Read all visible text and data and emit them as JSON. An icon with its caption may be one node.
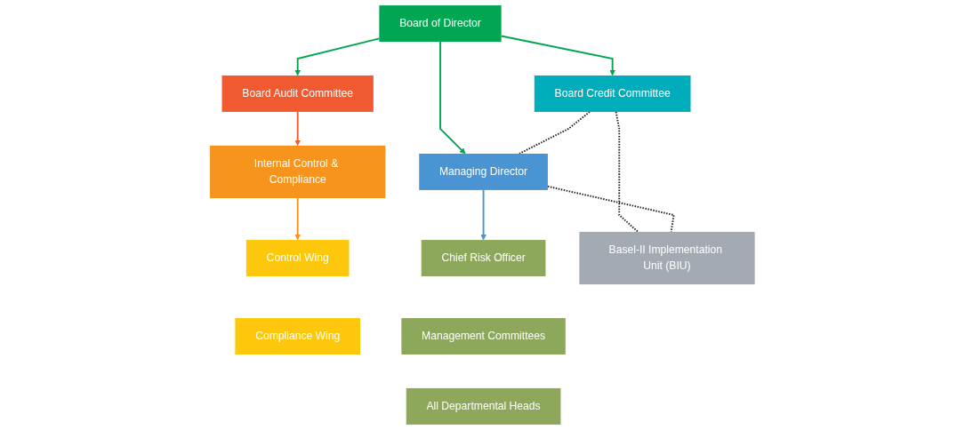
{
  "diagram": {
    "nodes": [
      {
        "text": [
          "Board of Director"
        ]
      },
      {
        "text": [
          "Board Audit Committee"
        ]
      },
      {
        "text": [
          "Board Credit Committee"
        ]
      },
      {
        "text": [
          "Managing Director"
        ]
      },
      {
        "text": [
          "Internal Control & Compliance"
        ]
      },
      {
        "text": [
          "Control Wing"
        ]
      },
      {
        "text": [
          "Compliance Wing"
        ]
      },
      {
        "text": [
          "Chief Risk Officer"
        ]
      },
      {
        "text": [
          "Management Committees"
        ]
      },
      {
        "text": [
          "All Departmental Heads"
        ]
      },
      {
        "text": [
          "Basel-II Implementation Unit (BIU)"
        ]
      }
    ],
    "edges": [
      {
        "from": 0,
        "to": 1,
        "arrow": "to",
        "color": "#00a651"
      },
      {
        "from": 0,
        "to": 2,
        "arrow": "to",
        "color": "#00a651"
      },
      {
        "from": 0,
        "to": 3,
        "arrow": "to",
        "color": "#00a651"
      },
      {
        "from": 1,
        "to": 4,
        "arrow": "to",
        "color": "#f15a31"
      },
      {
        "from": 4,
        "to": 5,
        "arrow": "to",
        "color": "#f7941d"
      },
      {
        "from": 3,
        "to": 7,
        "arrow": "to",
        "color": "#4a94d4"
      },
      {
        "from": 2,
        "to": 3,
        "arrow": "none",
        "style": "dashed",
        "color": "#231f20"
      },
      {
        "from": 2,
        "to": 10,
        "arrow": "none",
        "style": "dashed",
        "color": "#231f20"
      },
      {
        "from": 3,
        "to": 10,
        "arrow": "none",
        "style": "dashed",
        "color": "#231f20"
      }
    ]
  }
}
